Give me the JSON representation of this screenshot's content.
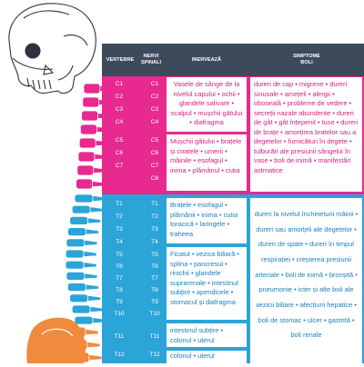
{
  "headers": {
    "vertebre": "VERTEBRE",
    "nervi": "NERVI\nSPINALI",
    "inervează": "INERVEAZĂ",
    "simptome": "SIMPTOME\nBOLI"
  },
  "colors": {
    "header": "#3d4a5c",
    "cervical": "#e8298f",
    "thoracic": "#2ba4d8",
    "lumbar": "#f08a3c",
    "bone": "#ffffff"
  },
  "cervical": {
    "vertebre_a": [
      "C1",
      "C2",
      "C3",
      "C4"
    ],
    "nervi_a": [
      "C1",
      "C2",
      "C3",
      "C4"
    ],
    "vertebre_b": [
      "C5",
      "C6",
      "C7"
    ],
    "nervi_b": [
      "C5",
      "C6",
      "C7",
      "C8"
    ],
    "inervează_1": "Vasele de sânge de la nivelul capului • ochii • glandele salivare • scalpul • mușchii gâtului • diafragma",
    "inervează_2": "Mușchii gâtului • brațele și coatele • umerii • mâinile • esofagul • inima • plămânul • cutia",
    "simptome": "dureri de cap • migrene • dureri sinusale • amețeli • alergii • oboseală • probleme de vedere • secreții nazale abundente • dureri de gât • gât înțepenit • tuse • dureri de brațe • amorțirea bratelor sau a degetelor • furnicături în degete • tulburări ale presiunii sângelui în vase • boli de inimă • manifestări astmatice"
  },
  "thoracic": {
    "vertebre_a": [
      "T1",
      "T2",
      "T3",
      "T4"
    ],
    "nervi_a": [
      "T1",
      "T2",
      "T3",
      "T4"
    ],
    "vertebre_b": [
      "T5",
      "T6",
      "T7",
      "T8",
      "T9",
      "T10"
    ],
    "nervi_b": [
      "T5",
      "T6",
      "T7",
      "T8",
      "T9",
      "T10"
    ],
    "vertebre_c": [
      "T11",
      "T12"
    ],
    "nervi_c": [
      "T11",
      "T12"
    ],
    "inervează_1": "Brațele • esofagul • plămânii • inima • cutia toracică • laringele • traheea",
    "inervează_2": "Ficatul • vezica biliară • splina • pancresul • rinichii • glandele suprarenale • intestinul subțire • apendicele • stomacul și diafragma",
    "inervează_3": "intestinul subțire • colonul • uterul",
    "inervează_4": "colonul • uterul",
    "simptome": "dureri la nivelul încheieturii mâinii • dureri sau amorțeli ale degetelor • dureri de spate • dureri în timpul respirației • creșterea presiunii arteriale • boli de inimă • bronșită • pneumonie • icter și alte boli ale vezicii biliare • afecțiuni hepatice • boli de stomac • ulcer • gastrită • boli renale"
  }
}
